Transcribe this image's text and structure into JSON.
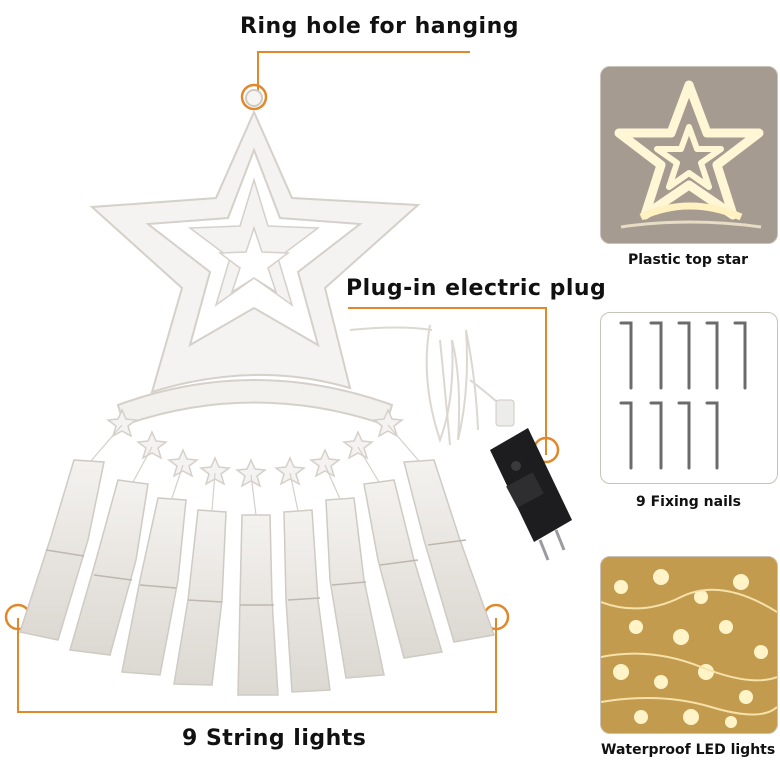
{
  "callouts": {
    "ring_hole": "Ring hole for hanging",
    "plug": "Plug-in electric plug",
    "string_lights": "9 String lights"
  },
  "thumbnails": [
    {
      "caption": "Plastic top star"
    },
    {
      "caption": "9 Fixing nails"
    },
    {
      "caption": "Waterproof LED lights"
    }
  ],
  "colors": {
    "accent_orange": "#e0882a",
    "warm_glow": "#f7d98c",
    "frame": "#c9c2b8"
  }
}
